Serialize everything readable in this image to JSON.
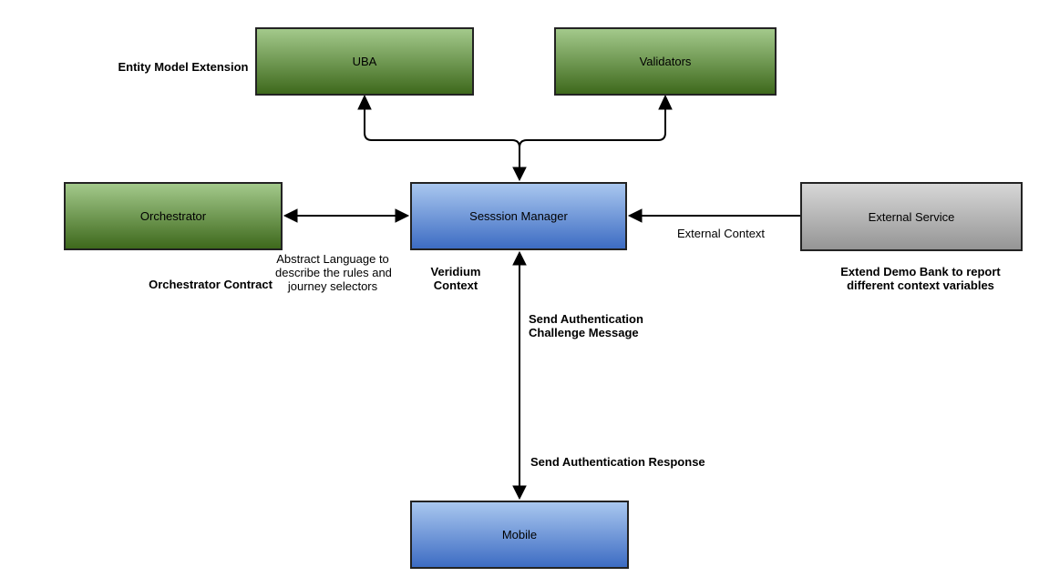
{
  "nodes": {
    "uba": {
      "label": "UBA"
    },
    "validators": {
      "label": "Validators"
    },
    "orchestrator": {
      "label": "Orchestrator"
    },
    "session_manager": {
      "label": "Sesssion Manager"
    },
    "external_service": {
      "label": "External Service"
    },
    "mobile": {
      "label": "Mobile"
    }
  },
  "labels": {
    "entity_model_extension": "Entity Model Extension",
    "orchestrator_contract": "Orchestrator Contract",
    "abstract_language": [
      "Abstract Language to",
      "describe the rules and",
      "journey selectors"
    ],
    "veridium_context": [
      "Veridium",
      "Context"
    ],
    "external_context": "External Context",
    "extend_demo_bank": [
      "Extend Demo Bank to report",
      "different context variables"
    ],
    "send_auth_challenge": [
      "Send Authentication",
      "Challenge Message"
    ],
    "send_auth_response": "Send Authentication Response"
  },
  "colors": {
    "background": "#ffffff",
    "node_border": "#232323",
    "green_top": "#a3c98b",
    "green_bottom": "#3e691c",
    "blue_top": "#a9c7ef",
    "blue_bottom": "#3d6cc3",
    "gray_top": "#d7d7d7",
    "gray_bottom": "#959595",
    "connector": "#000000",
    "text": "#000000"
  }
}
